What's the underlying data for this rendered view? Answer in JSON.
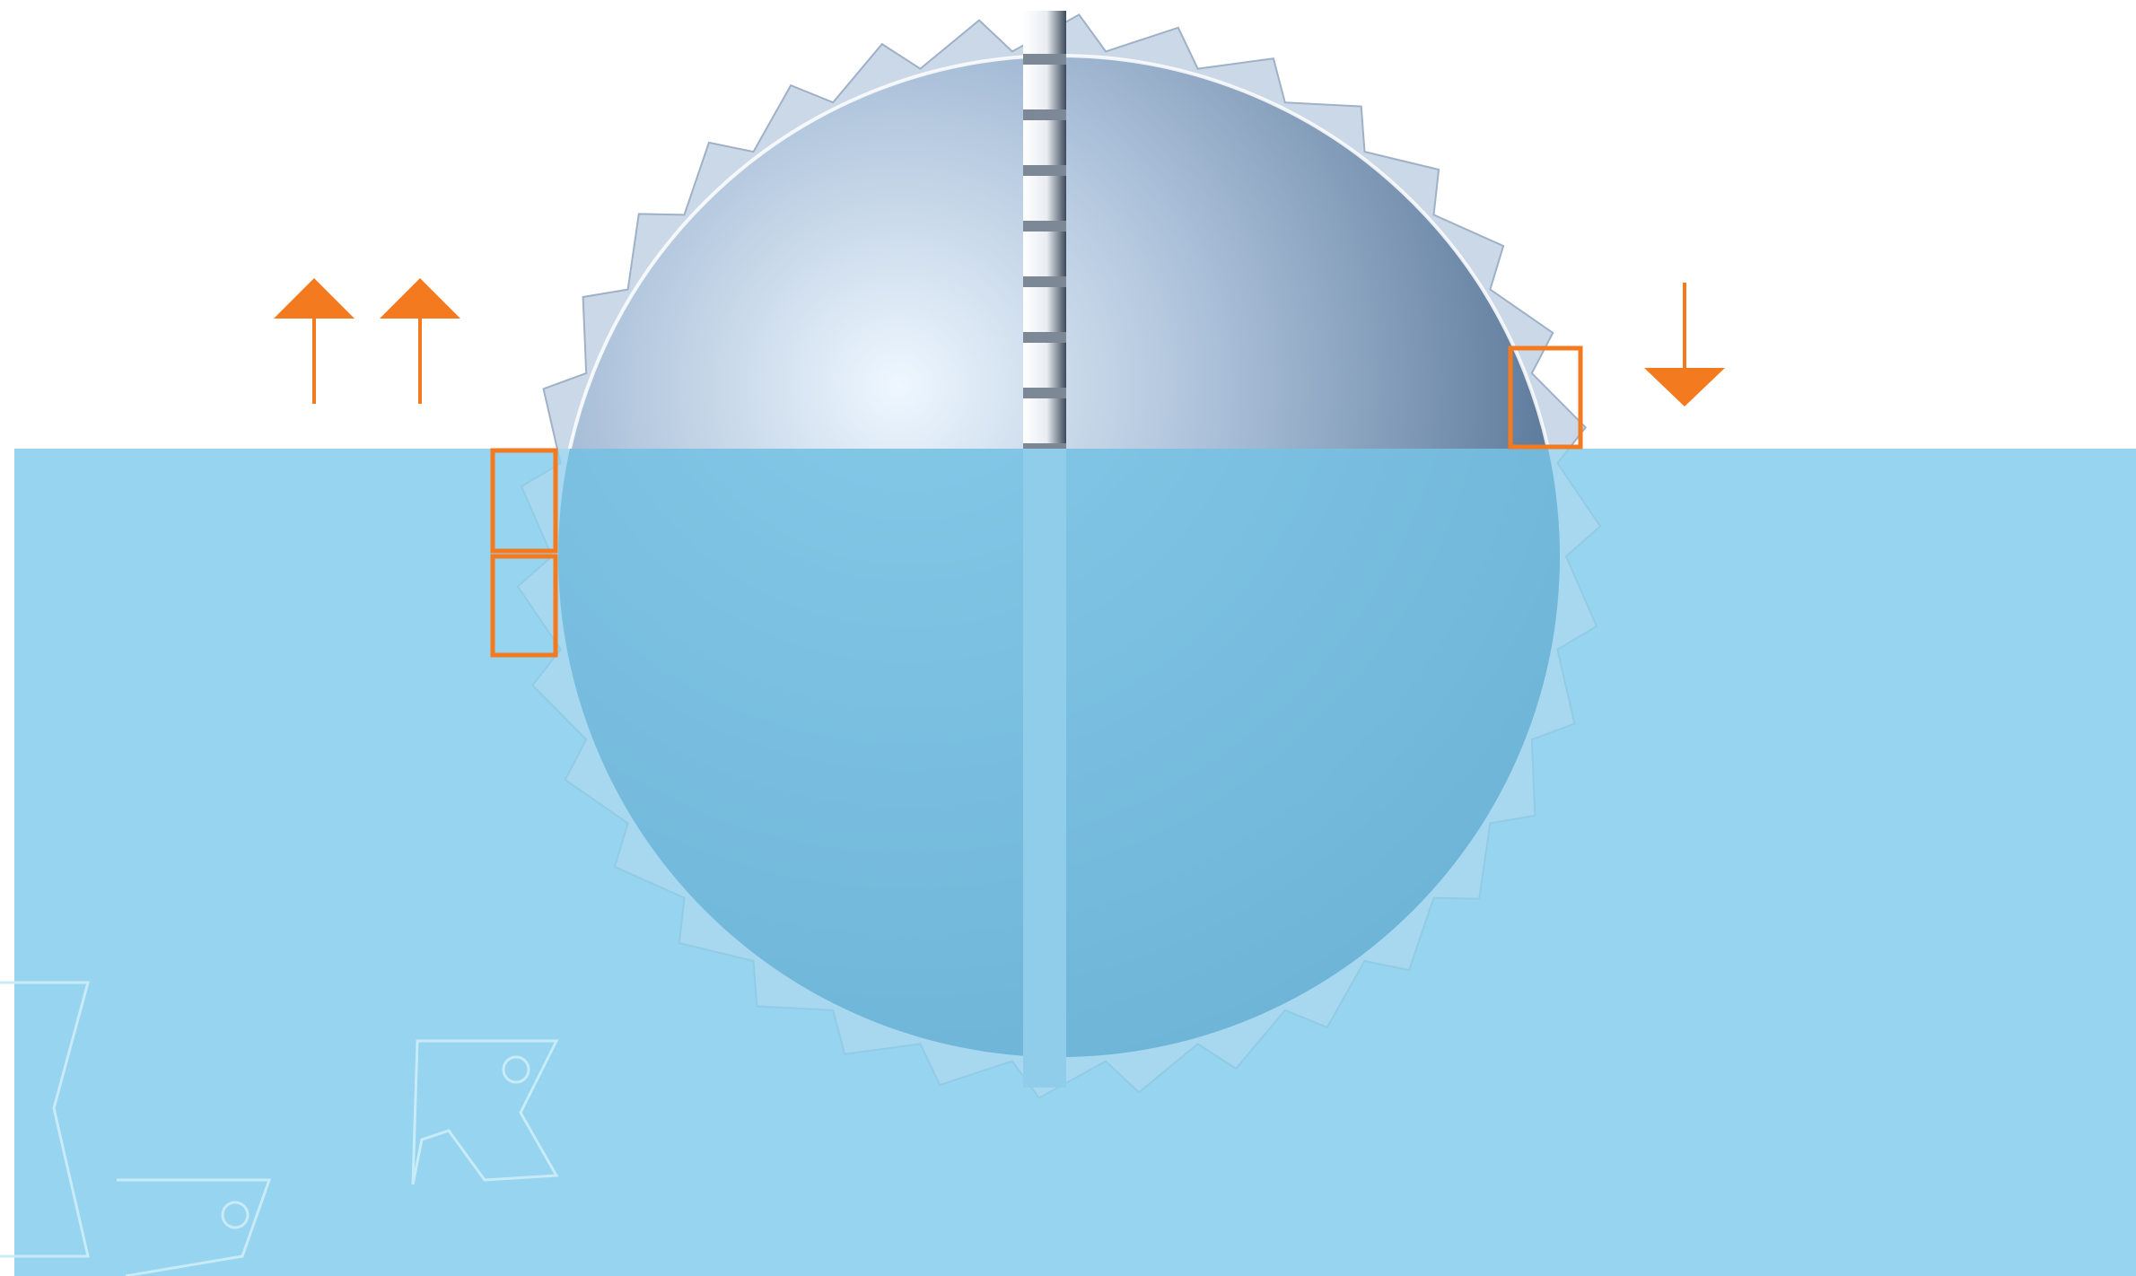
{
  "diagram": {
    "subject": "rotating-cutter-half-submerged",
    "colors": {
      "background": "#ffffff",
      "workpiece": "#96d4ef",
      "workpiece_watermark": "#c9ebf8",
      "cutter_highlight": "#eef7ff",
      "cutter_mid": "#a9bfd8",
      "cutter_dark": "#4f6d8f",
      "cutter_teeth": "#cbd8e8",
      "cutter_submerged": "#5aa6cd",
      "slot_light": "#f4f6f9",
      "slot_dark": "#3d4a5b",
      "accent": "#f47a20"
    },
    "icons": {
      "up_arrow": "arrow-up-icon",
      "down_arrow": "arrow-down-icon",
      "highlight_box": "highlight-box",
      "watermark": "logo-watermark-icon"
    },
    "annotations": {
      "left_arrows": [
        "up",
        "up"
      ],
      "right_arrows": [
        "down"
      ],
      "highlight_box_count": 3
    }
  }
}
